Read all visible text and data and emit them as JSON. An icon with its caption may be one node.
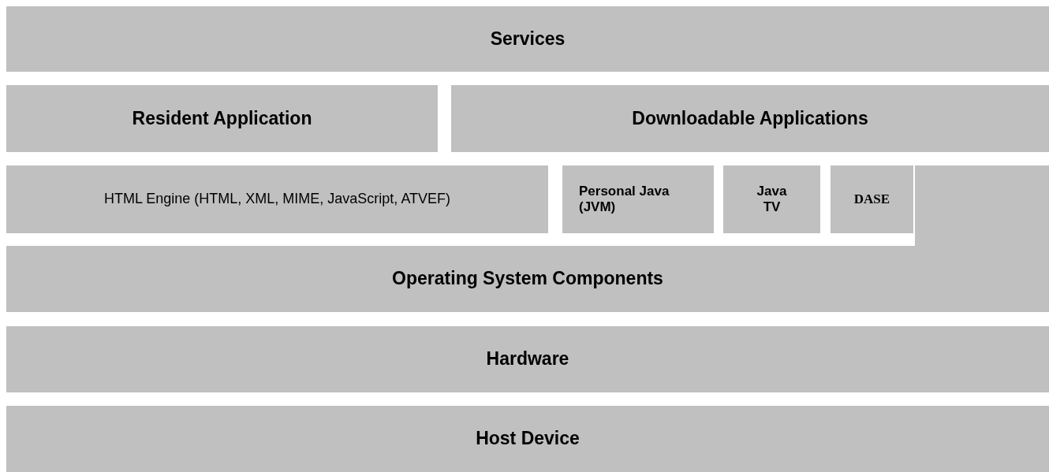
{
  "diagram": {
    "nodes": [
      {
        "text": [
          "Services"
        ]
      },
      {
        "text": [
          "Resident Application"
        ]
      },
      {
        "text": [
          "Downloadable Applications"
        ]
      },
      {
        "text": [
          "HTML Engine (HTML, XML, MIME, JavaScript, ATVEF)"
        ]
      },
      {
        "text": [
          "Personal Java (JVM)"
        ]
      },
      {
        "text": [
          "Java TV"
        ]
      },
      {
        "text": [
          "DASE"
        ]
      },
      {
        "text": [
          "Operating System Components"
        ]
      },
      {
        "text": [
          "Hardware"
        ]
      },
      {
        "text": [
          "Host Device"
        ]
      }
    ]
  }
}
